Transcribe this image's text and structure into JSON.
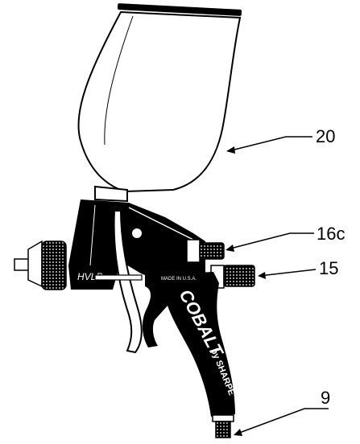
{
  "figure": {
    "callouts": [
      {
        "id": "cup",
        "label": "20"
      },
      {
        "id": "knob-upper",
        "label": "16c"
      },
      {
        "id": "knob-lower",
        "label": "15"
      },
      {
        "id": "air-inlet",
        "label": "9"
      }
    ],
    "body_texts": {
      "hvlp": "HVLP",
      "made_in": "MADE IN U.S.A.",
      "brand": "COBALT",
      "brand_sub": "by SHARPE"
    },
    "colors": {
      "ink": "#000000",
      "paper": "#ffffff"
    }
  }
}
